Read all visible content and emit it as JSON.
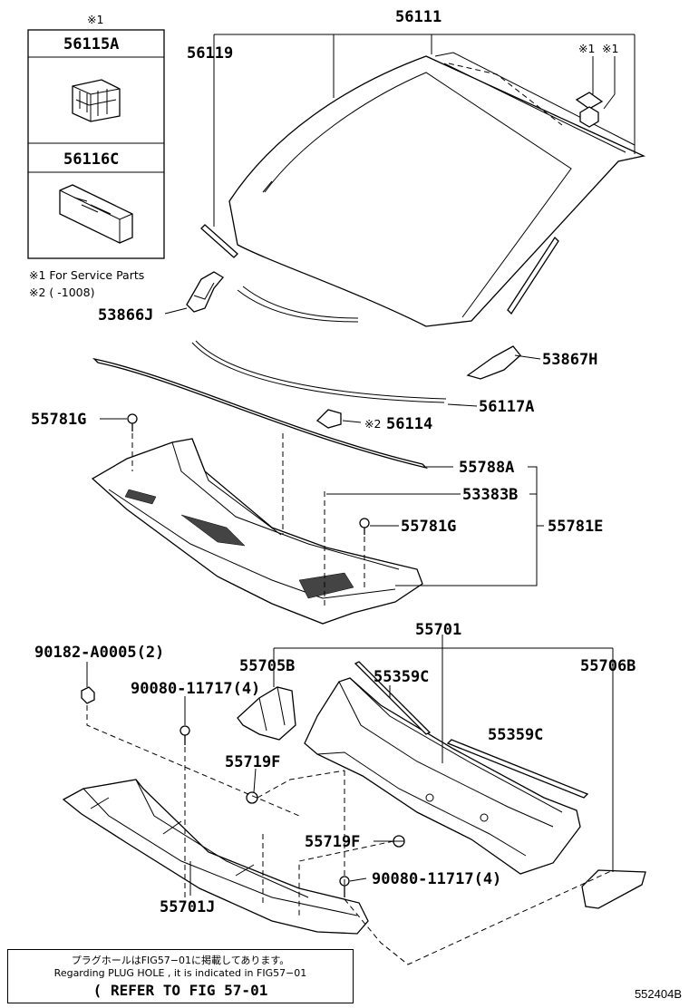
{
  "legend_box": {
    "mark": "※1",
    "part_a": "56115A",
    "part_b": "56116C"
  },
  "footnotes": {
    "note1": "※1 For Service Parts",
    "note2": "※2 (      -1008)"
  },
  "labels": {
    "p56111": "56111",
    "p56119": "56119",
    "mark1a": "※1",
    "mark1b": "※1",
    "p53866J": "53866J",
    "p53867H": "53867H",
    "p56117A": "56117A",
    "mark2": "※2",
    "p56114": "56114",
    "p55781G_a": "55781G",
    "p55788A": "55788A",
    "p53383B": "53383B",
    "p55781G_b": "55781G",
    "p55781E": "55781E",
    "p55701": "55701",
    "p90182": "90182-A0005(2)",
    "p55705B": "55705B",
    "p55359C_a": "55359C",
    "p55706B": "55706B",
    "p90080_a": "90080-11717(4)",
    "p55359C_b": "55359C",
    "p55719F_a": "55719F",
    "p55719F_b": "55719F",
    "p90080_b": "90080-11717(4)",
    "p55701J": "55701J"
  },
  "note_box": {
    "japanese": "プラグホールはFIG57−01に掲載してあります。",
    "english": "Regarding  PLUG HOLE , it is indicated in FIG57−01",
    "reference": "( REFER TO FIG 57-01"
  },
  "diagram_id": "552404B"
}
